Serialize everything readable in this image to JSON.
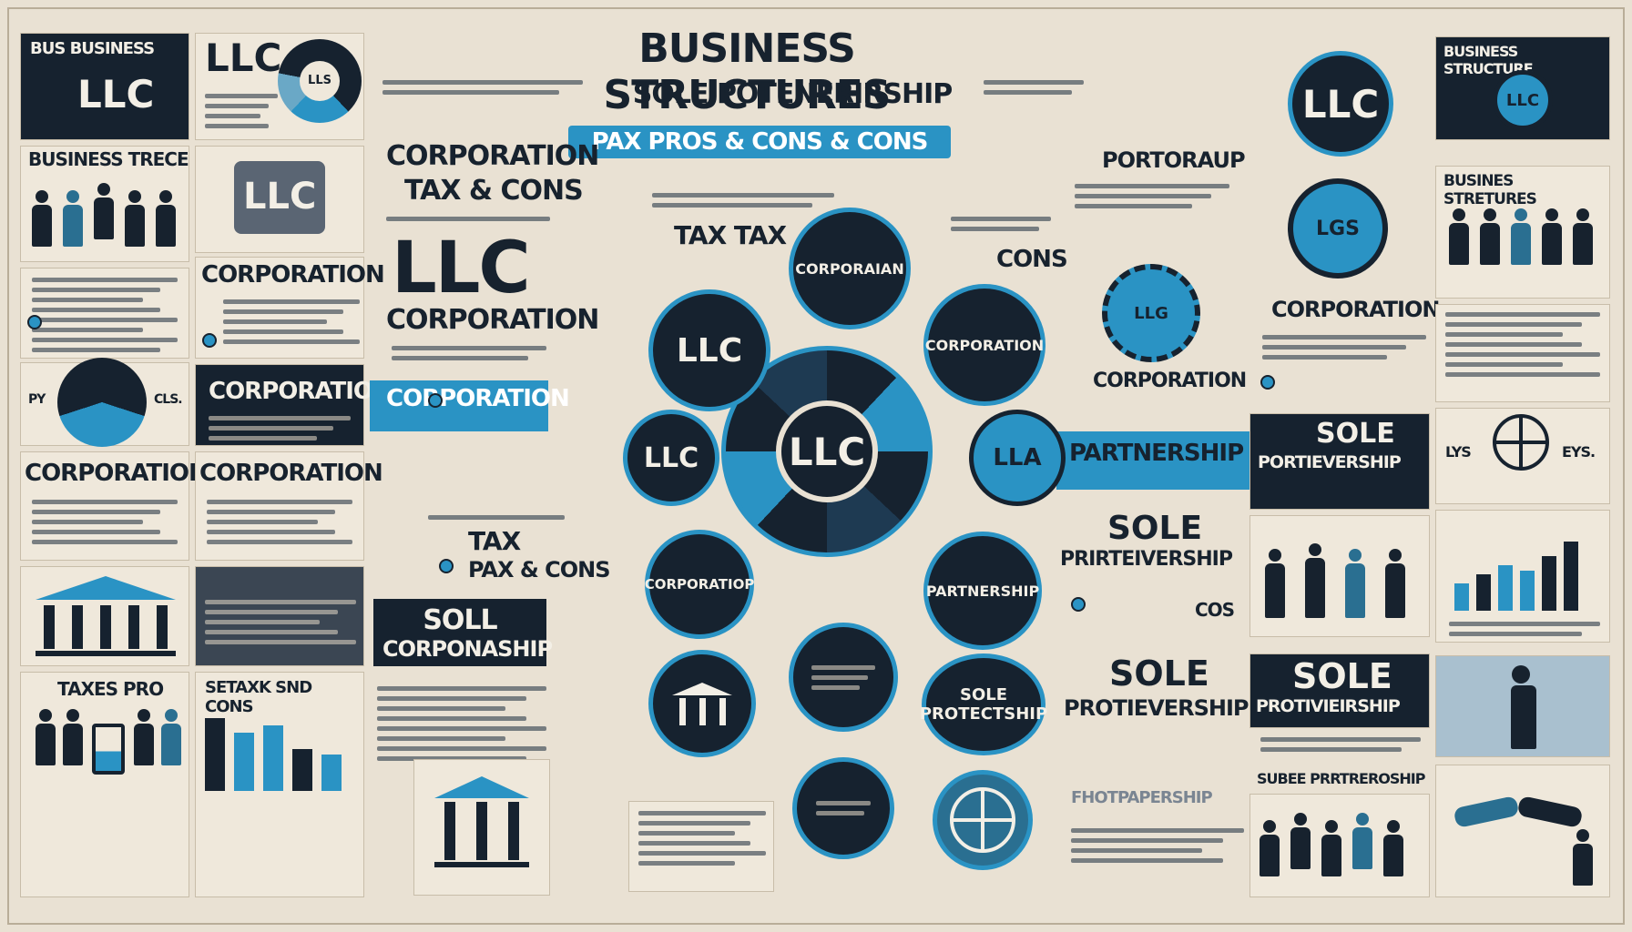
{
  "title": "BUSINESS STRUCTURES",
  "subtitle": "SOLE POTENERIRSHIP",
  "banner": "PAX PROS & CONS & CONS",
  "top_left": {
    "card1": "BUS BUSINESS",
    "card1_logo": "LLC",
    "card2": "LLC",
    "pie_label": "LLS",
    "card3": "BUSINESS TRECE"
  },
  "left_col": {
    "llc_logo": "LLC",
    "corporation": "CORPORATION",
    "corp_dark": "CORPORATION",
    "corporation2": "CORPORATION",
    "corporation3": "CORPORATION",
    "pie_left": "PY",
    "pie_right": "CLS.",
    "taxes": "TAXES PRO",
    "setax": "SETAXK SND CONS"
  },
  "center_left": {
    "corporation": "CORPORATION",
    "tax_cons": "TAX & CONS",
    "llc_big": "LLC",
    "corporation2": "CORPORATION",
    "corp_strip": "CORPORATION",
    "tax2": "TAX",
    "pax": "PAX & CONS",
    "soll": "SOLL",
    "corponaship": "CORPONASHIP"
  },
  "center": {
    "hub": "LLC",
    "tax_tax": "TAX TAX",
    "circles": [
      "LLC",
      "CORPORAIAN",
      "CORPORATION",
      "LLC",
      "LLA",
      "CORPORATIOP",
      "PARTNERSHIP",
      "SOLE PROTECTSHIP"
    ]
  },
  "center_right": {
    "portorap": "PORTORAUP",
    "cons": "CONS",
    "corporation": "CORPORATION",
    "lls": "LLG",
    "partnership": "PARTNERSHIP",
    "sole": "SOLE",
    "sole_sub": "PRIRTEIVERSHIP",
    "sole2": "SOLE",
    "sole2_sub": "PROTIEVERSHIP",
    "cos": "COS",
    "fho": "FHOTPAPERSHIP"
  },
  "right_col": {
    "card_title": "BUSINESS STRUCTURE",
    "llc_logo": "LLC",
    "llc_logo2": "LLC",
    "lgs": "LGS",
    "business": "BUSINES STRETURES",
    "corporation": "CORPORATION",
    "sole": "SOLE",
    "sole_sub": "PORTIEVERSHIP",
    "sole2": "SOLE",
    "sole2_sub": "PROTIVIEIRSHIP",
    "lys": "LYS",
    "eys": "EYS.",
    "subee": "SUBEE PRRTREROSHIP"
  },
  "colors": {
    "navy": "#16222f",
    "blue": "#2a93c4",
    "paper": "#e9e1d3"
  }
}
